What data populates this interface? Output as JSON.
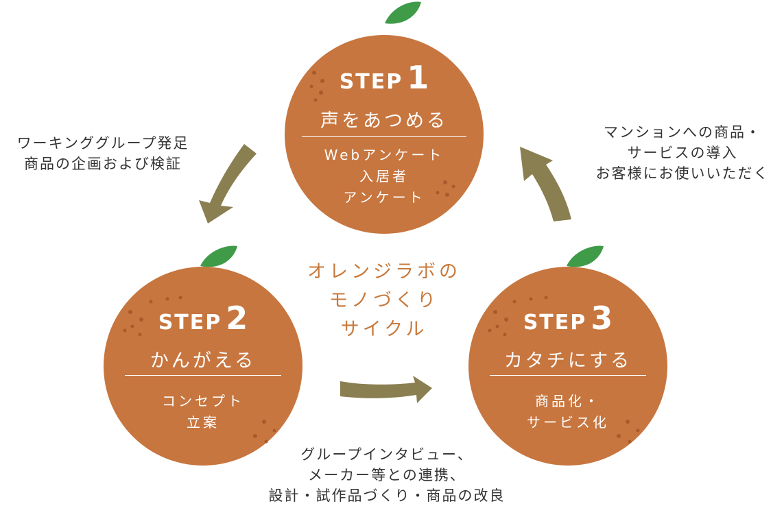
{
  "colors": {
    "orange": "#c7763f",
    "leaf": "#3f9b48",
    "arrow": "#8a7f51",
    "center_text": "#c87a3d",
    "caption_text": "#333333"
  },
  "center": {
    "lines": [
      "オレンジラボの",
      "モノづくり",
      "サイクル"
    ]
  },
  "steps": [
    {
      "word": "STEP",
      "number": "1",
      "title": "声をあつめる",
      "desc": [
        "Webアンケート",
        "入居者",
        "アンケート"
      ]
    },
    {
      "word": "STEP",
      "number": "2",
      "title": "かんがえる",
      "desc": [
        "コンセプト",
        "立案"
      ]
    },
    {
      "word": "STEP",
      "number": "3",
      "title": "カタチにする",
      "desc": [
        "商品化・",
        "サービス化"
      ]
    }
  ],
  "captions": {
    "step1_to_step2": [
      "ワーキンググループ発足",
      "商品の企画および検証"
    ],
    "step2_to_step3": [
      "グループインタビュー、",
      "メーカー等との連携、",
      "設計・試作品づくり・商品の改良"
    ],
    "step3_to_step1": [
      "マンションへの商品・",
      "サービスの導入",
      "お客様にお使いいただく"
    ]
  }
}
